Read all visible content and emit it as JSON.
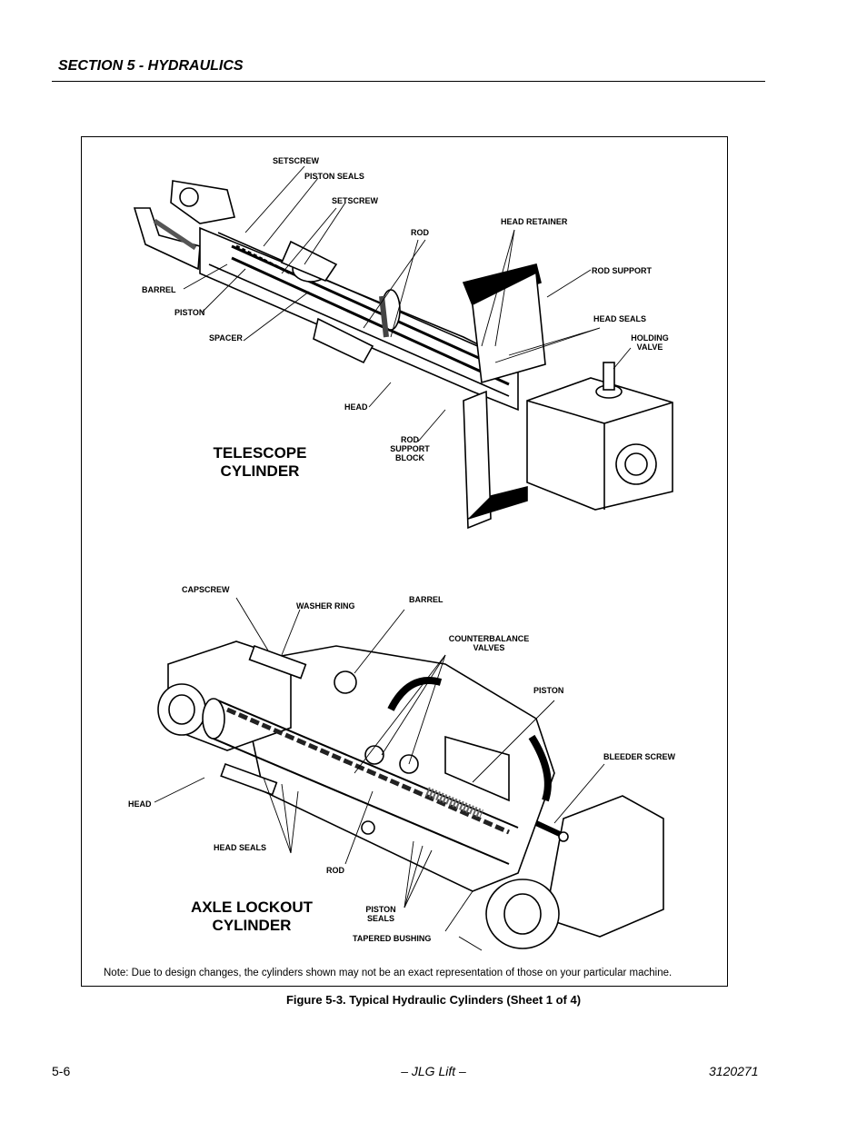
{
  "header": {
    "section_title": "SECTION 5 - HYDRAULICS"
  },
  "telescope": {
    "title_line1": "TELESCOPE",
    "title_line2": "CYLINDER",
    "labels": {
      "setscrew_1": "SETSCREW",
      "piston_seals": "PISTON SEALS",
      "setscrew_2": "SETSCREW",
      "rod": "ROD",
      "head_retainer": "HEAD RETAINER",
      "rod_support": "ROD SUPPORT",
      "head_seals": "HEAD SEALS",
      "holding_valve_1": "HOLDING",
      "holding_valve_2": "VALVE",
      "barrel": "BARREL",
      "piston": "PISTON",
      "spacer": "SPACER",
      "head": "HEAD",
      "rod_support_block_1": "ROD",
      "rod_support_block_2": "SUPPORT",
      "rod_support_block_3": "BLOCK"
    }
  },
  "axle": {
    "title_line1": "AXLE LOCKOUT",
    "title_line2": "CYLINDER",
    "labels": {
      "capscrew": "CAPSCREW",
      "washer_ring": "WASHER RING",
      "barrel": "BARREL",
      "counterbalance_1": "COUNTERBALANCE",
      "counterbalance_2": "VALVES",
      "piston": "PISTON",
      "bleeder_screw": "BLEEDER SCREW",
      "head": "HEAD",
      "head_seals": "HEAD SEALS",
      "rod": "ROD",
      "piston_seals_1": "PISTON",
      "piston_seals_2": "SEALS",
      "tapered_bushing": "TAPERED BUSHING"
    }
  },
  "note": "Note: Due to design changes, the cylinders shown may not be an exact representation of those on your particular machine.",
  "caption": "Figure 5-3.  Typical Hydraulic Cylinders (Sheet 1 of 4)",
  "footer": {
    "page_number": "5-6",
    "center": "– JLG Lift –",
    "doc_number": "3120271"
  }
}
